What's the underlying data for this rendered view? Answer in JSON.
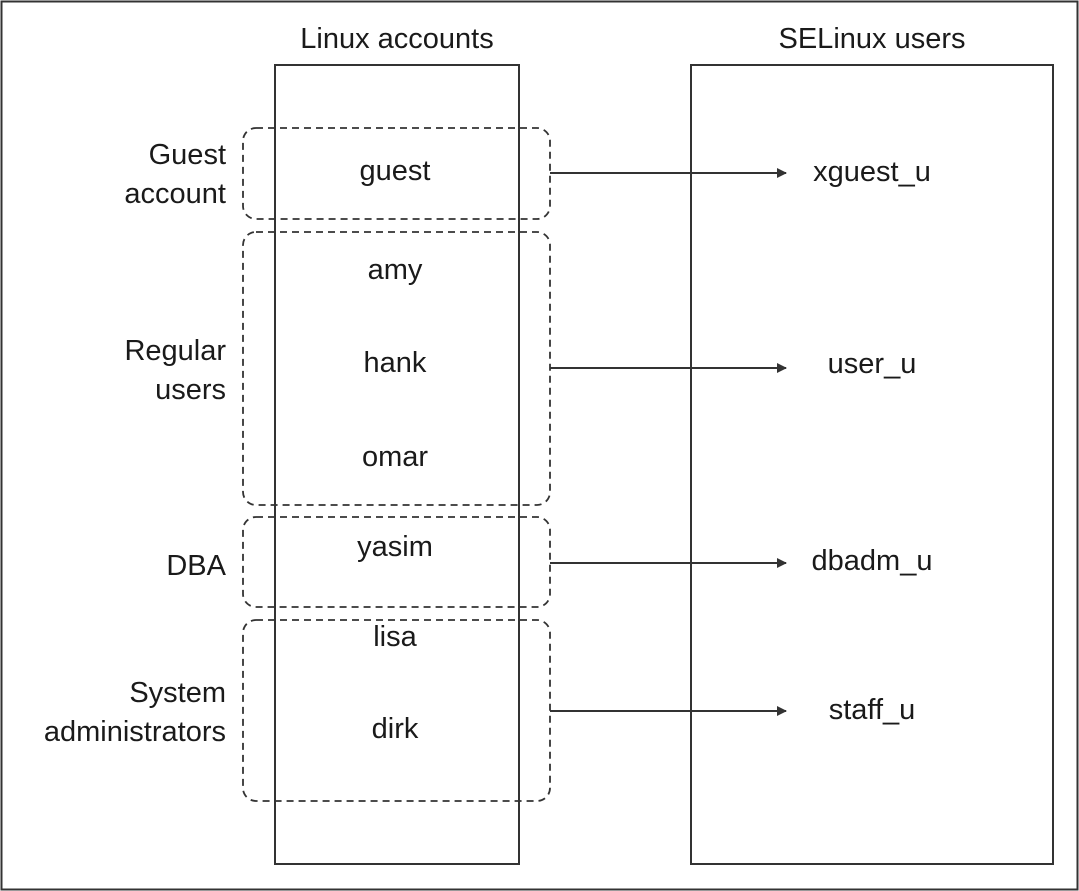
{
  "headers": {
    "linux_accounts": "Linux accounts",
    "selinux_users": "SELinux users"
  },
  "groups": [
    {
      "label_lines": [
        "Guest",
        "account"
      ],
      "accounts": [
        "guest"
      ],
      "selinux_user": "xguest_u"
    },
    {
      "label_lines": [
        "Regular",
        "users"
      ],
      "accounts": [
        "amy",
        "hank",
        "omar"
      ],
      "selinux_user": "user_u"
    },
    {
      "label_lines": [
        "DBA"
      ],
      "accounts": [
        "yasim"
      ],
      "selinux_user": "dbadm_u"
    },
    {
      "label_lines": [
        "System",
        "administrators"
      ],
      "accounts": [
        "lisa",
        "dirk"
      ],
      "selinux_user": "staff_u"
    }
  ],
  "colors": {
    "line": "#333333",
    "text": "#1a1a1a"
  }
}
